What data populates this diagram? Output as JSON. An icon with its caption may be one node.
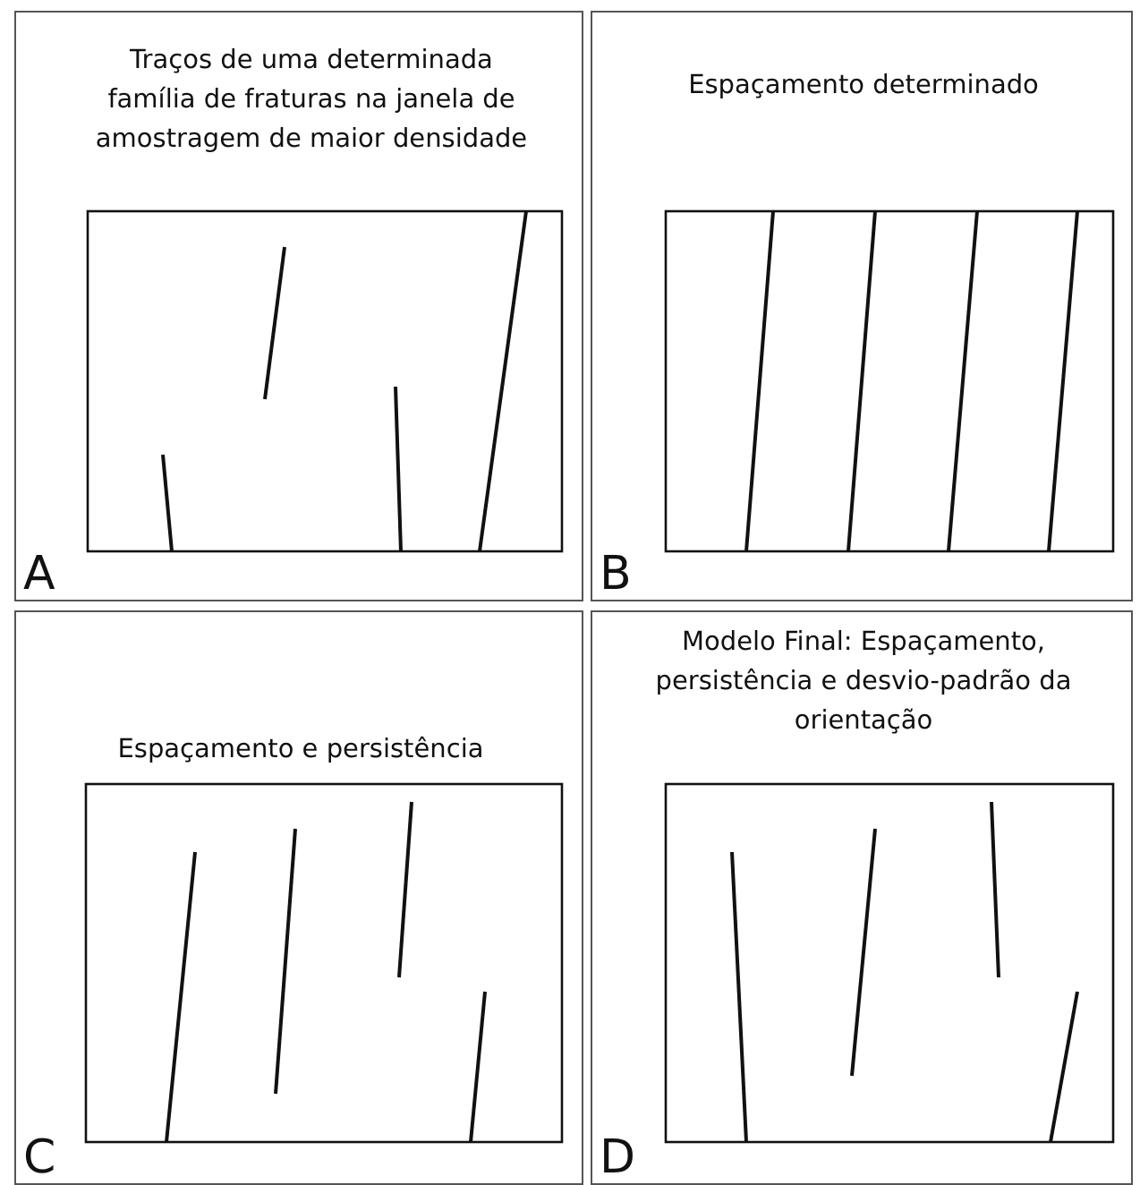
{
  "diagram": {
    "nodes": [
      {
        "text": [
          "Traços de uma determinada família de fraturas na janela de amostragem de maior densidade",
          "A"
        ]
      },
      {
        "text": [
          "Espaçamento determinado",
          "B"
        ]
      },
      {
        "text": [
          "Espaçamento e persistência",
          "C"
        ]
      },
      {
        "text": [
          "Modelo Final: Espaçamento, persistência e desvio-padrão da orientação",
          "D"
        ]
      }
    ]
  }
}
